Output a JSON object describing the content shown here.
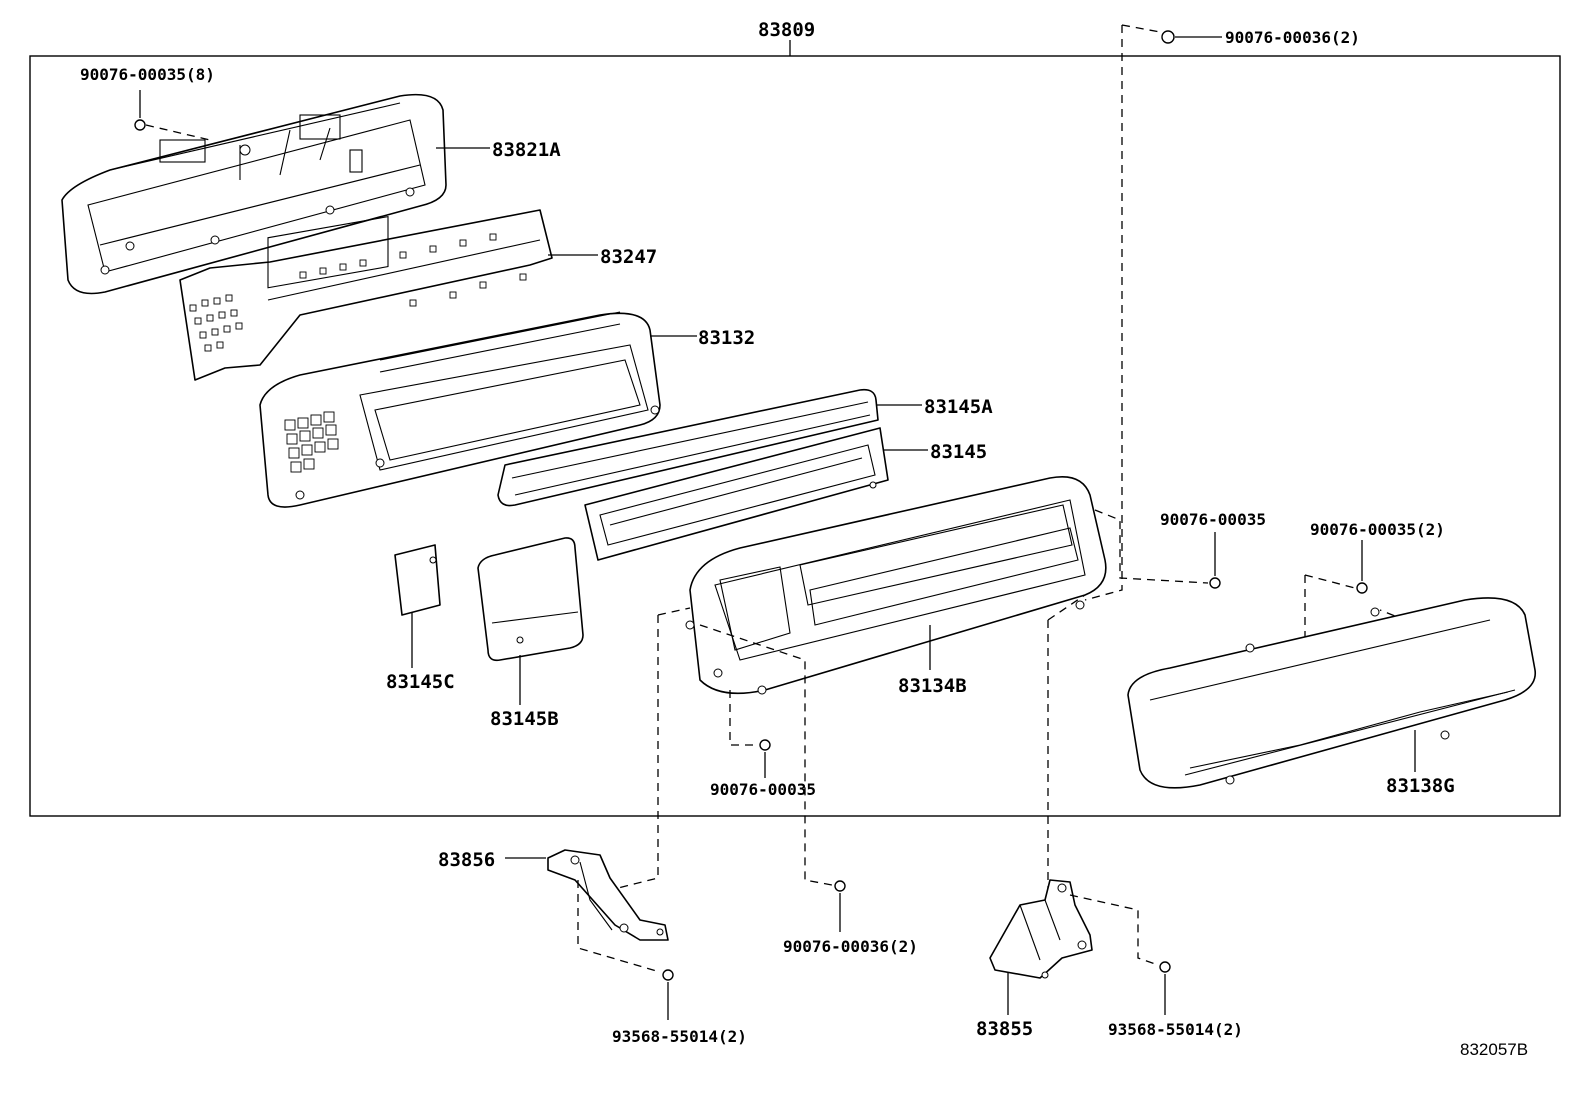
{
  "labels": {
    "assembly": "83809",
    "screw_top_left": "90076-00035(8)",
    "screw_top_right": "90076-00036(2)",
    "case_back": "83821A",
    "board": "83247",
    "housing": "83132",
    "lens_upper": "83145A",
    "lens_frame": "83145",
    "small_plate": "83145C",
    "plate": "83145B",
    "bezel": "83134B",
    "screw_mid": "90076-00035",
    "screw_right": "90076-00035(2)",
    "glass_cover": "83138G",
    "screw_bottom": "90076-00035",
    "bracket_left": "83856",
    "screw_bracket_center": "90076-00036(2)",
    "screw_bracket_left": "93568-55014(2)",
    "bracket_right": "83855",
    "screw_bracket_right": "93568-55014(2)",
    "diagram_ref": "832057B"
  }
}
